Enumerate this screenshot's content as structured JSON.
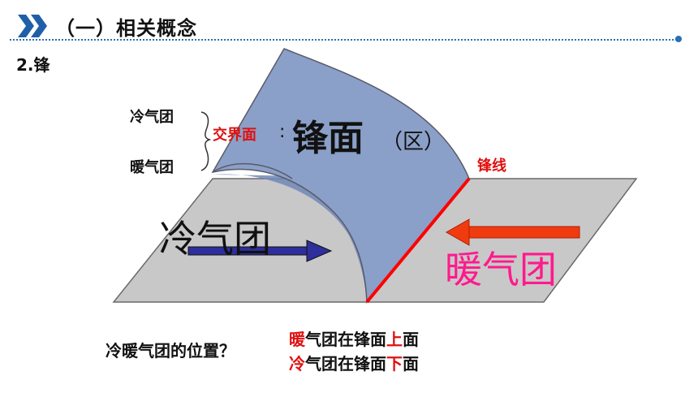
{
  "header": {
    "title": "（一）相关概念",
    "accent_color": "#1f5fa8",
    "icon": "double-chevron-right-icon"
  },
  "subtitle": "2.锋",
  "diagram": {
    "label_cold_air_small": "冷气团",
    "label_warm_air_small": "暖气团",
    "label_interface": "交界面",
    "label_colon": ":",
    "label_front_surface": "锋面",
    "label_zone": "（区）",
    "label_front_line": "锋线",
    "label_cold_air_big": "冷气团",
    "label_warm_air_big": "暖气团",
    "colors": {
      "ground": "#c8c8c8",
      "front_surface": "#8aa0c8",
      "front_surface_dark": "#6e86b6",
      "front_line": "#ff0000",
      "cold_arrow": "#2e2e9c",
      "warm_arrow": "#f03a10",
      "warm_text": "#ff1a8c"
    }
  },
  "qa": {
    "question": "冷暖气团的位置？",
    "answer1_pre": "暖",
    "answer1_mid": "气团在锋面",
    "answer1_key": "上",
    "answer1_post": "面",
    "answer2_pre": "冷",
    "answer2_mid": "气团在锋面",
    "answer2_key": "下",
    "answer2_post": "面"
  }
}
